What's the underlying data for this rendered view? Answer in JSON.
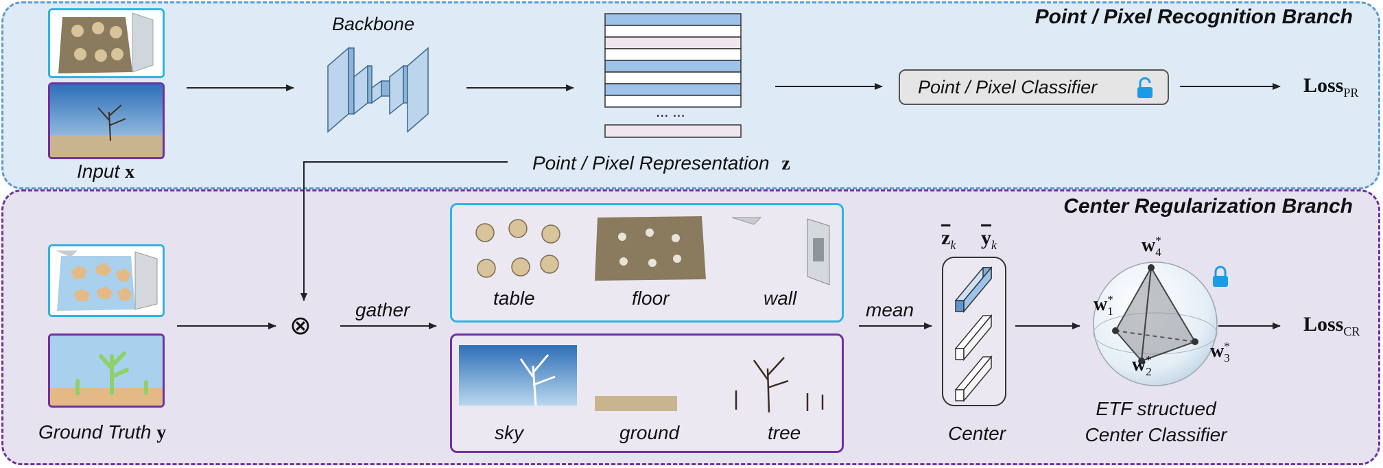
{
  "branches": {
    "top_title": "Point / Pixel Recognition Branch",
    "bottom_title": "Center Regularization Branch"
  },
  "labels": {
    "backbone": "Backbone",
    "input_text": "Input",
    "input_var": "x",
    "representation_text": "Point / Pixel Representation",
    "representation_var": "z",
    "representation_dots": "... ...",
    "classifier": "Point / Pixel Classifier",
    "loss_pr_main": "Loss",
    "loss_pr_sub": "PR",
    "ground_truth_text": "Ground Truth",
    "ground_truth_var": "y",
    "gather": "gather",
    "otimes": "⊗",
    "mean": "mean",
    "center": "Center",
    "zbar": "z",
    "zbar_sub": "k",
    "ybar": "y",
    "ybar_sub": "k",
    "etf_line1": "ETF structued",
    "etf_line2": "Center Classifier",
    "loss_cr_main": "Loss",
    "loss_cr_sub": "CR",
    "w1": "w",
    "w1_sub": "1",
    "w1_sup": "*",
    "w2": "w",
    "w2_sub": "2",
    "w2_sup": "*",
    "w3": "w",
    "w3_sub": "3",
    "w3_sup": "*",
    "w4": "w",
    "w4_sub": "4",
    "w4_sup": "*"
  },
  "classes": {
    "indoor": [
      "table",
      "floor",
      "wall"
    ],
    "outdoor": [
      "sky",
      "ground",
      "tree"
    ]
  },
  "icons": {
    "lock_classifier": "unlock-icon",
    "lock_etf": "lock-icon"
  },
  "colors": {
    "top_region": "#deeaf5",
    "bottom_region": "#e6e2f0",
    "blue_border": "#2fb4e0",
    "purple_border": "#7030a0",
    "lock": "#1a9be6"
  }
}
